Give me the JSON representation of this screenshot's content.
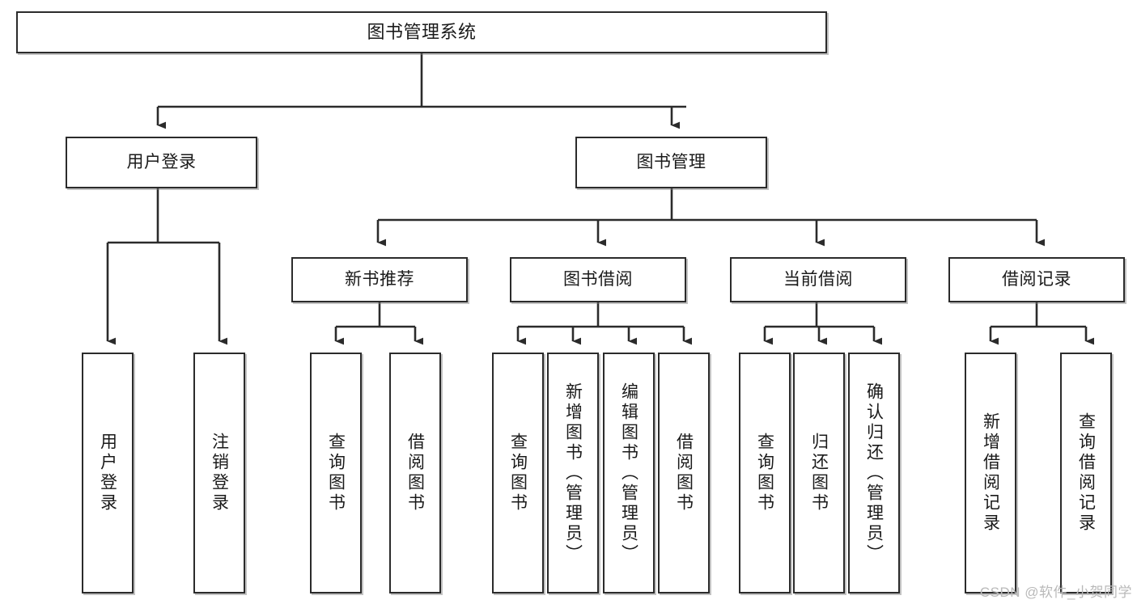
{
  "diagram": {
    "title": "图书管理系统",
    "type": "tree-hierarchy-chart",
    "colors": {
      "background": "#ffffff",
      "node_border": "#2b2b2b",
      "node_fill": "#ffffff",
      "edge": "#2b2b2b",
      "text": "#1a1a1a",
      "watermark": "#b9b9b9"
    },
    "watermark": "CSDN @软件_小贺同学"
  },
  "nodes": {
    "root": {
      "label": "图书管理系统"
    },
    "level1": [
      {
        "id": "user-login",
        "label": "用户登录"
      },
      {
        "id": "book-manage",
        "label": "图书管理"
      }
    ],
    "level2": [
      {
        "id": "new-book-recommend",
        "label": "新书推荐"
      },
      {
        "id": "book-borrow",
        "label": "图书借阅"
      },
      {
        "id": "current-borrow",
        "label": "当前借阅"
      },
      {
        "id": "borrow-record",
        "label": "借阅记录"
      }
    ],
    "leaves": {
      "user_login": [
        {
          "id": "leaf-user-login",
          "label": "用户登录"
        },
        {
          "id": "leaf-logout-login",
          "label": "注销登录"
        }
      ],
      "new_book_recommend": [
        {
          "id": "leaf-query-book-1",
          "label": "查询图书"
        },
        {
          "id": "leaf-borrow-book-1",
          "label": "借阅图书"
        }
      ],
      "book_borrow": [
        {
          "id": "leaf-query-book-2",
          "label": "查询图书"
        },
        {
          "id": "leaf-add-book",
          "label": "新增图书（管理员）"
        },
        {
          "id": "leaf-edit-book",
          "label": "编辑图书（管理员）"
        },
        {
          "id": "leaf-borrow-book-2",
          "label": "借阅图书"
        }
      ],
      "current_borrow": [
        {
          "id": "leaf-query-book-3",
          "label": "查询图书"
        },
        {
          "id": "leaf-return-book",
          "label": "归还图书"
        },
        {
          "id": "leaf-confirm-return",
          "label": "确认归还（管理员）"
        }
      ],
      "borrow_record": [
        {
          "id": "leaf-add-record",
          "label": "新增借阅记录"
        },
        {
          "id": "leaf-query-record",
          "label": "查询借阅记录"
        }
      ]
    }
  }
}
